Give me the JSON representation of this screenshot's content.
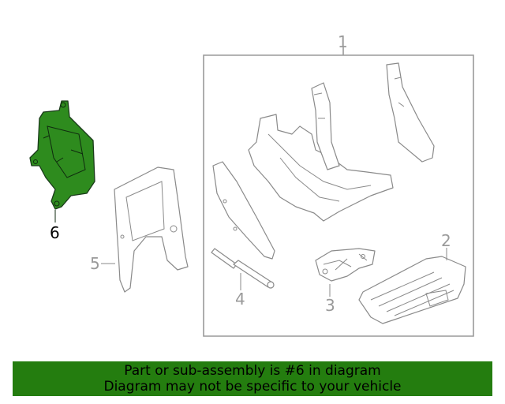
{
  "diagram": {
    "callouts": {
      "c1": "1",
      "c2": "2",
      "c3": "3",
      "c4": "4",
      "c5": "5",
      "c6": "6"
    },
    "highlight_color": "#2e8b1e",
    "selected_part": "6"
  },
  "banner": {
    "line1": "Part or sub-assembly is #6 in diagram",
    "line2": "Diagram may not be specific to your vehicle",
    "background": "#247d0f"
  }
}
